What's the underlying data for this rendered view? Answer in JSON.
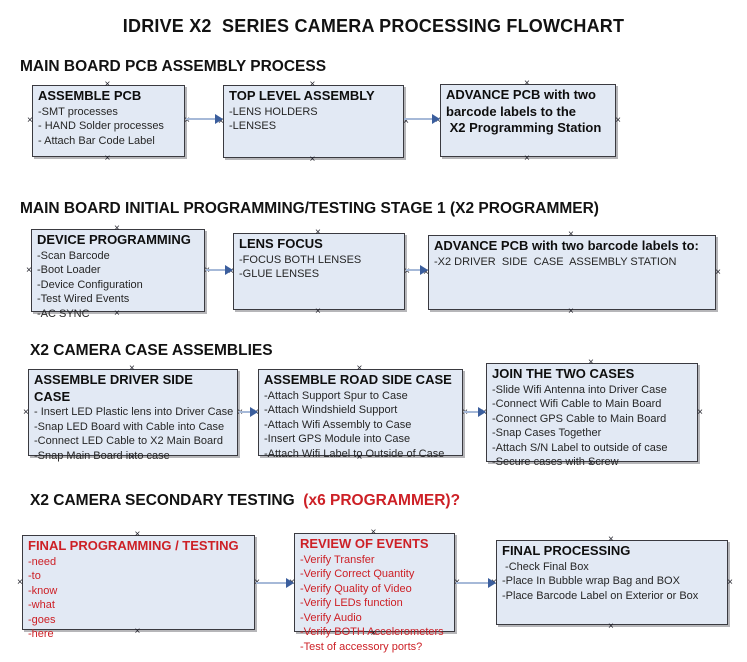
{
  "page_title": "IDRIVE X2  SERIES CAMERA PROCESSING FLOWCHART",
  "colors": {
    "box_fill": "#e2e9f4",
    "box_border": "#3a3a40",
    "arrow_line": "#a6b9d8",
    "arrow_head": "#3b5e9d",
    "red_text": "#cd2026",
    "black_text": "#121212"
  },
  "sections": [
    {
      "heading": "MAIN BOARD PCB ASSEMBLY PROCESS",
      "boxes": [
        {
          "title": "ASSEMBLE PCB",
          "items": [
            "-SMT processes",
            "- HAND Solder processes",
            "- Attach Bar Code Label"
          ]
        },
        {
          "title": "TOP LEVEL ASSEMBLY",
          "items": [
            "-LENS HOLDERS",
            "-LENSES"
          ]
        },
        {
          "title": "ADVANCE PCB with two\nbarcode labels to the\n X2 Programming Station",
          "items": []
        }
      ]
    },
    {
      "heading": "MAIN BOARD INITIAL PROGRAMMING/TESTING STAGE 1 (X2 PROGRAMMER)",
      "boxes": [
        {
          "title": "DEVICE PROGRAMMING",
          "items": [
            "-Scan Barcode",
            "-Boot Loader",
            "-Device Configuration",
            "-Test Wired Events",
            "-AC SYNC"
          ]
        },
        {
          "title": "LENS FOCUS",
          "items": [
            "-FOCUS BOTH LENSES",
            "-GLUE LENSES"
          ]
        },
        {
          "title": "ADVANCE PCB with two barcode labels to:",
          "items": [
            "-X2 DRIVER  SIDE  CASE  ASSEMBLY STATION"
          ]
        }
      ]
    },
    {
      "heading": "X2 CAMERA CASE ASSEMBLIES",
      "boxes": [
        {
          "title": "ASSEMBLE DRIVER SIDE CASE",
          "items": [
            "- Insert LED Plastic lens into Driver Case",
            "-Snap LED Board with Cable into Case",
            "-Connect LED Cable to X2 Main Board",
            "-Snap Main Board into case"
          ]
        },
        {
          "title": "ASSEMBLE ROAD SIDE CASE",
          "items": [
            "-Attach Support Spur to Case",
            "-Attach Windshield Support",
            "-Attach Wifi Assembly to Case",
            "-Insert GPS Module into Case",
            "-Attach Wifi Label to Outside of Case"
          ]
        },
        {
          "title": "JOIN THE TWO CASES",
          "items": [
            "-Slide Wifi Antenna into Driver Case",
            "-Connect Wifi Cable to Main Board",
            "-Connect GPS Cable to Main Board",
            "-Snap Cases Together",
            "-Attach S/N Label to outside of case",
            "-Secure cases with Screw"
          ]
        }
      ]
    },
    {
      "heading": "X2 CAMERA SECONDARY TESTING ",
      "heading_red": " (x6 PROGRAMMER)?",
      "boxes": [
        {
          "title": "FINAL PROGRAMMING / TESTING",
          "items": [
            "-need",
            "-to",
            "-know",
            "-what",
            "-goes",
            "-here"
          ]
        },
        {
          "title": "REVIEW OF EVENTS",
          "items": [
            "-Verify Transfer",
            "-Verify Correct Quantity",
            "-Verify Quality of Video",
            "-Verify LEDs function",
            "-Verify Audio",
            "-Verify BOTH Accelerometers",
            "-Test of accessory ports?"
          ]
        },
        {
          "title": "FINAL PROCESSING",
          "items": [
            " -Check Final Box",
            "-Place In Bubble wrap Bag and BOX",
            "-Place Barcode Label on Exterior or Box"
          ]
        }
      ]
    }
  ]
}
